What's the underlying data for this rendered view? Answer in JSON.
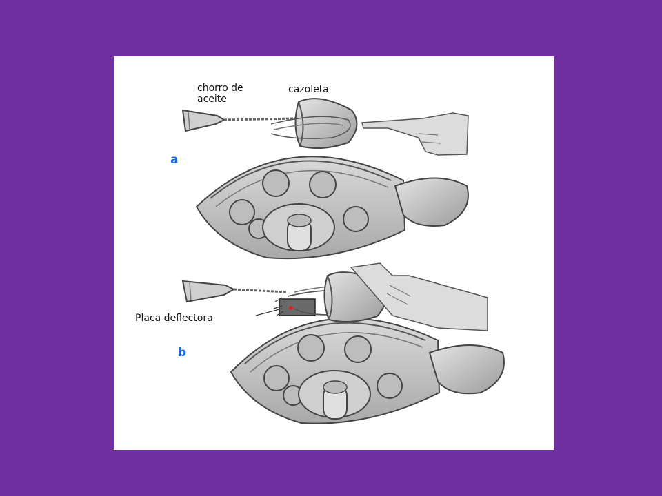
{
  "labels": {
    "oil_jet": "chorro de\naceite",
    "cup": "cazoleta",
    "deflector_plate": "Placa deflectora"
  },
  "panels": {
    "a": "a",
    "b": "b"
  },
  "colors": {
    "background": "#7030a0",
    "panel": "#ffffff",
    "panel_letter": "#1a66e0",
    "marker": "#e02020"
  }
}
